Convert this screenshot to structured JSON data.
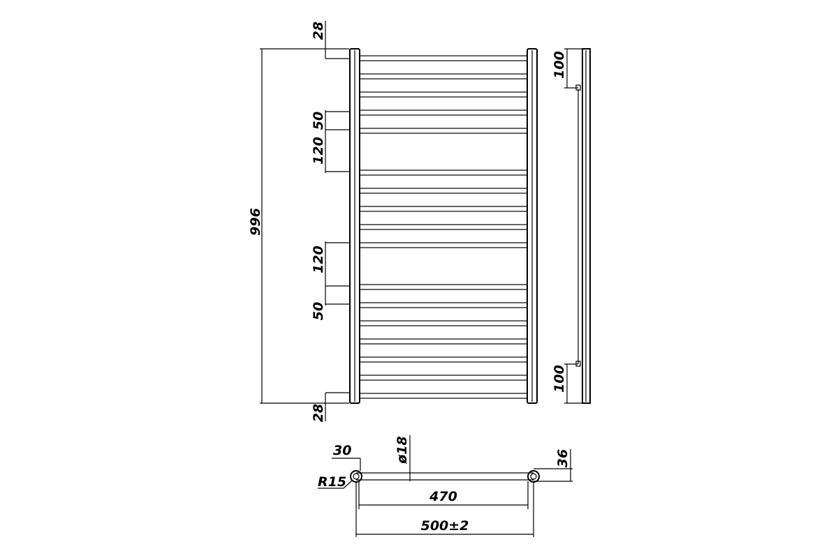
{
  "dimensions": {
    "top_offset": "28",
    "bottom_offset": "28",
    "total_height": "996",
    "gap_small_top": "50",
    "gap_large_top": "120",
    "gap_large_bottom": "120",
    "gap_small_bottom": "50",
    "side_top": "100",
    "side_bottom": "100",
    "plan_wall_offset": "30",
    "plan_tube_diameter": "ø18",
    "plan_depth": "36",
    "plan_radius": "R15",
    "plan_centers": "470",
    "plan_overall": "500±2"
  }
}
